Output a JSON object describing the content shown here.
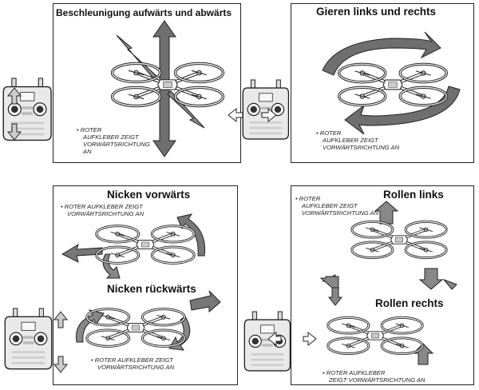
{
  "panels": [
    {
      "title": "Beschleunigung aufwärts und abwärts",
      "note": [
        "• ROTER",
        "AUFKLEBER ZEIGT",
        "VORWÄRTSRICHTUNG",
        "AN"
      ]
    },
    {
      "title": "Gieren links und rechts",
      "note": [
        "• ROTER",
        "AUFKLEBER ZEIGT",
        "VORWÄRTSRICHTUNG AN"
      ]
    },
    {
      "title_top": "Nicken vorwärts",
      "note_top": [
        "• ROTER AUFKLEBER ZEIGT",
        "VORWÄRTSRICHTUNG AN"
      ],
      "title_bottom": "Nicken rückwärts",
      "note_bottom": [
        "• ROTER AUFKLEBER ZEIGT",
        "VORWÄRTSRICHTUNG AN"
      ]
    },
    {
      "title_top": "Rollen links",
      "note_top": [
        "• ROTER",
        "AUFKLEBER ZEIGT",
        "VORWÄRTSRICHTUNG AN"
      ],
      "title_bottom": "Rollen rechts",
      "note_bottom": [
        "• ROTER AUFKLEBER",
        "ZEIGT VORWÄRTSRICHTUNG AN"
      ]
    }
  ],
  "colors": {
    "line": "#222222",
    "arrow_fill": "#6f6f6f",
    "arrow_light": "#a8a8a8",
    "controller_body": "#e9e9e9",
    "stick_dark": "#333333"
  },
  "icons": [
    "quadcopter-icon",
    "remote-controller-icon",
    "arrow-icon"
  ]
}
